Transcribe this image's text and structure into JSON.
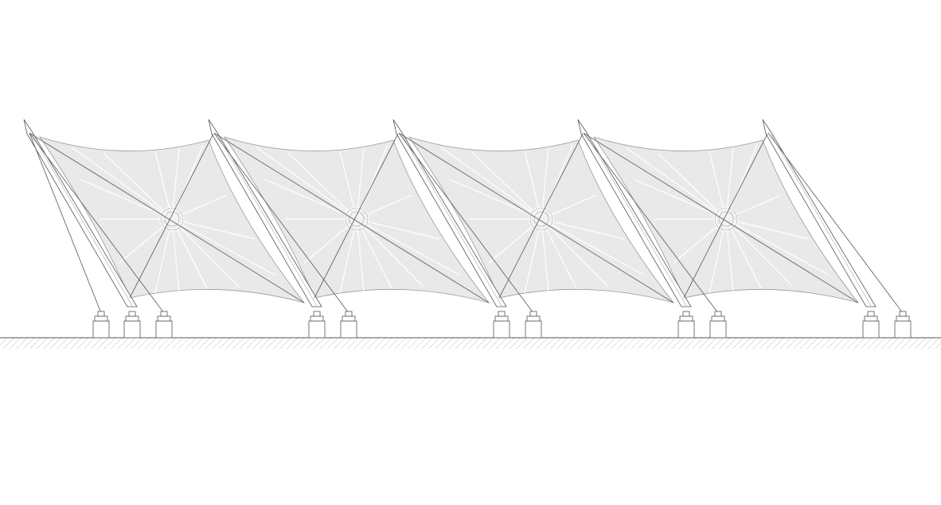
{
  "drawing": {
    "kind": "elevation",
    "module_count": 4,
    "mast_count": 5,
    "colors": {
      "background": "#ffffff",
      "membrane": "#e9e9e9",
      "membrane_seam": "#ffffff",
      "line": "#555555",
      "cable": "#666666",
      "ground_hatch": "#bbbbbb"
    }
  }
}
